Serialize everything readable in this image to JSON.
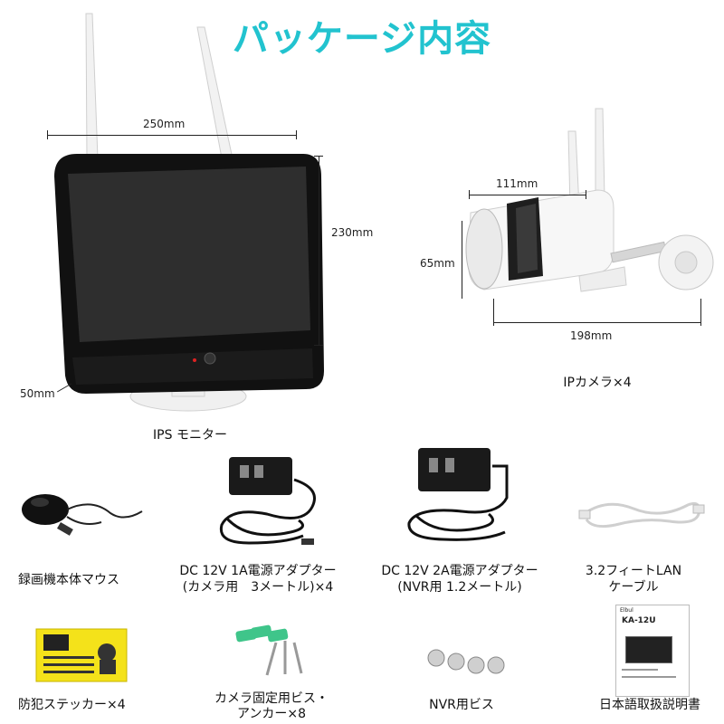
{
  "title": "パッケージ内容",
  "monitor": {
    "width": "250mm",
    "height": "230mm",
    "depth": "50mm",
    "label": "IPS モニター"
  },
  "camera": {
    "width": "111mm",
    "height": "65mm",
    "length": "198mm",
    "label": "IPカメラ×4"
  },
  "items": {
    "mouse": "録画機本体マウス",
    "adapter1_line1": "DC 12V 1A電源アダプター",
    "adapter1_line2": "(カメラ用　3メートル)×4",
    "adapter2_line1": "DC 12V 2A電源アダプター",
    "adapter2_line2": "(NVR用 1.2メートル)",
    "lan_line1": "3.2フィートLAN",
    "lan_line2": "ケーブル",
    "sticker": "防犯ステッカー×4",
    "screws_line1": "カメラ固定用ビス・",
    "screws_line2": "アンカー×8",
    "nvr_screws": "NVR用ビス",
    "manual": "日本語取扱説明書"
  },
  "manual_cover": {
    "brand": "Elbul",
    "model": "KA-12U"
  }
}
